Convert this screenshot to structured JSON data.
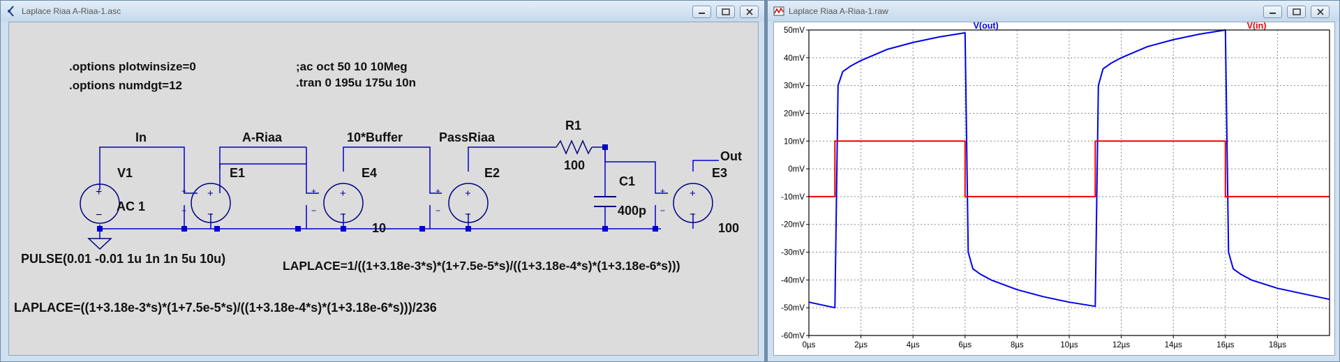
{
  "schematic_window": {
    "title": "Laplace Riaa A-Riaa-1.asc",
    "directives": {
      "opt1": ".options plotwinsize=0",
      "opt2": ".options numdgt=12",
      "ac": ";ac oct 50 10 10Meg",
      "tran": ".tran 0 195u 175u 10n"
    },
    "nets": {
      "in": "In",
      "ariaa": "A-Riaa",
      "buffer": "10*Buffer",
      "passriaa": "PassRiaa",
      "out": "Out"
    },
    "components": {
      "v1_name": "V1",
      "v1_value": "AC 1",
      "e1_name": "E1",
      "e4_name": "E4",
      "e4_value": "10",
      "e2_name": "E2",
      "r1_name": "R1",
      "r1_value": "100",
      "c1_name": "C1",
      "c1_value": "400p",
      "e3_name": "E3",
      "e3_value": "100"
    },
    "annotations": {
      "pulse": "PULSE(0.01 -0.01 1u 1n 1n 5u 10u)",
      "laplace_e2": "LAPLACE=1/((1+3.18e-3*s)*(1+7.5e-5*s)/((1+3.18e-4*s)*(1+3.18e-6*s)))",
      "laplace_e1": "LAPLACE=((1+3.18e-3*s)*(1+7.5e-5*s)/((1+3.18e-4*s)*(1+3.18e-6*s)))/236"
    },
    "pin_marks": {
      "plus": "+",
      "minus": "−"
    }
  },
  "waveform_window": {
    "title": "Laplace Riaa A-Riaa-1.raw"
  },
  "colors": {
    "vout": "#0000ee",
    "vin": "#ee0000",
    "wire": "#0000cc",
    "component": "#000080"
  },
  "chart_data": {
    "type": "line",
    "xlabel": "",
    "ylabel": "",
    "xlim": [
      0,
      20
    ],
    "ylim": [
      -60,
      50
    ],
    "x_ticks": [
      "0µs",
      "2µs",
      "4µs",
      "6µs",
      "8µs",
      "10µs",
      "12µs",
      "14µs",
      "16µs",
      "18µs"
    ],
    "y_ticks": [
      "50mV",
      "40mV",
      "30mV",
      "20mV",
      "10mV",
      "0mV",
      "-10mV",
      "-20mV",
      "-30mV",
      "-40mV",
      "-50mV",
      "-60mV"
    ],
    "grid": true,
    "series": [
      {
        "name": "V(out)",
        "color": "#0000ee",
        "x": [
          0,
          1.0,
          1.12,
          1.3,
          1.6,
          2,
          3,
          4,
          5,
          6.0,
          6.12,
          6.3,
          6.6,
          7,
          8,
          9,
          10,
          11.0,
          11.12,
          11.3,
          11.6,
          12,
          13,
          14,
          15,
          16.0,
          16.12,
          16.3,
          16.6,
          17,
          18,
          19,
          20
        ],
        "y": [
          -48,
          -50,
          30,
          35,
          37,
          39,
          43,
          45.5,
          47.5,
          49,
          -30,
          -36,
          -38,
          -40,
          -43.5,
          -46,
          -48,
          -49.5,
          30,
          36,
          38,
          40,
          44,
          46.5,
          48.5,
          50,
          -30,
          -36,
          -38,
          -40,
          -43,
          -45,
          -47
        ]
      },
      {
        "name": "V(in)",
        "color": "#ee0000",
        "x": [
          0,
          1.0,
          1.0,
          6.0,
          6.0,
          11.0,
          11.0,
          16.0,
          16.0,
          20
        ],
        "y": [
          -10,
          -10,
          10,
          10,
          -10,
          -10,
          10,
          10,
          -10,
          -10
        ]
      }
    ]
  }
}
